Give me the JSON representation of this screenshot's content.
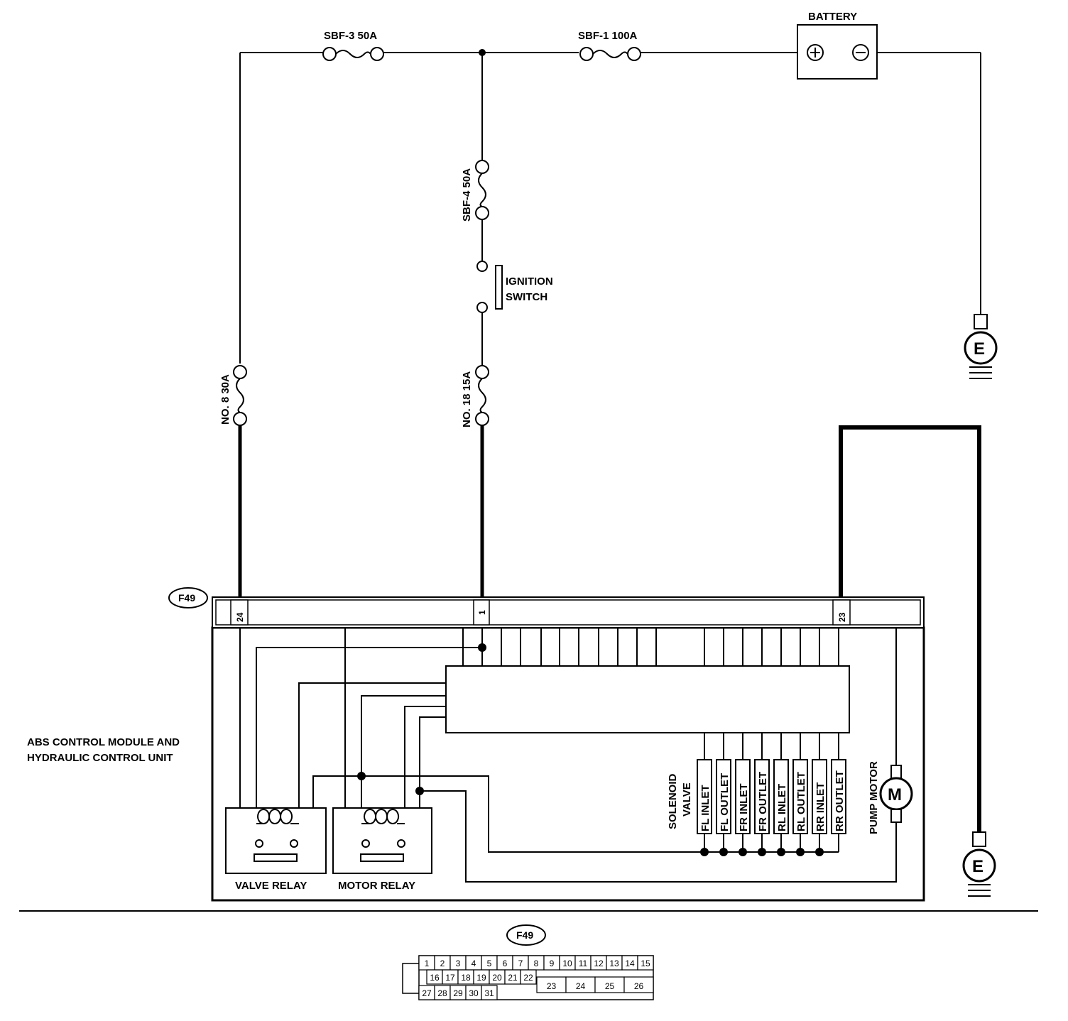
{
  "fuses": {
    "sbf3": "SBF-3 50A",
    "sbf1": "SBF-1 100A",
    "sbf4": "SBF-4 50A",
    "no8": "NO. 8 30A",
    "no18": "NO. 18 15A"
  },
  "battery": {
    "label": "BATTERY",
    "plus": "⊕",
    "minus": "⊖"
  },
  "ignition": {
    "line1": "IGNITION",
    "line2": "SWITCH"
  },
  "ground_symbol": "E",
  "module": {
    "connector": "F49",
    "label_line1": "ABS CONTROL MODULE AND",
    "label_line2": "HYDRAULIC CONTROL UNIT",
    "pins": {
      "p24": "24",
      "p1": "1",
      "p23": "23"
    },
    "valve_relay": "VALVE RELAY",
    "motor_relay": "MOTOR RELAY",
    "solenoid_line1": "SOLENOID",
    "solenoid_line2": "VALVE",
    "solenoids": [
      "FL INLET",
      "FL OUTLET",
      "FR INLET",
      "FR OUTLET",
      "RL INLET",
      "RL OUTLET",
      "RR INLET",
      "RR OUTLET"
    ],
    "pump_motor": "PUMP MOTOR",
    "motor_symbol": "M"
  },
  "connector_view": {
    "label": "F49",
    "row1": [
      "1",
      "2",
      "3",
      "4",
      "5",
      "6",
      "7",
      "8",
      "9",
      "10",
      "11",
      "12",
      "13",
      "14",
      "15"
    ],
    "row2": [
      "16",
      "17",
      "18",
      "19",
      "20",
      "21",
      "22"
    ],
    "row3": [
      "27",
      "28",
      "29",
      "30",
      "31"
    ],
    "big": [
      "23",
      "24",
      "25",
      "26"
    ]
  }
}
